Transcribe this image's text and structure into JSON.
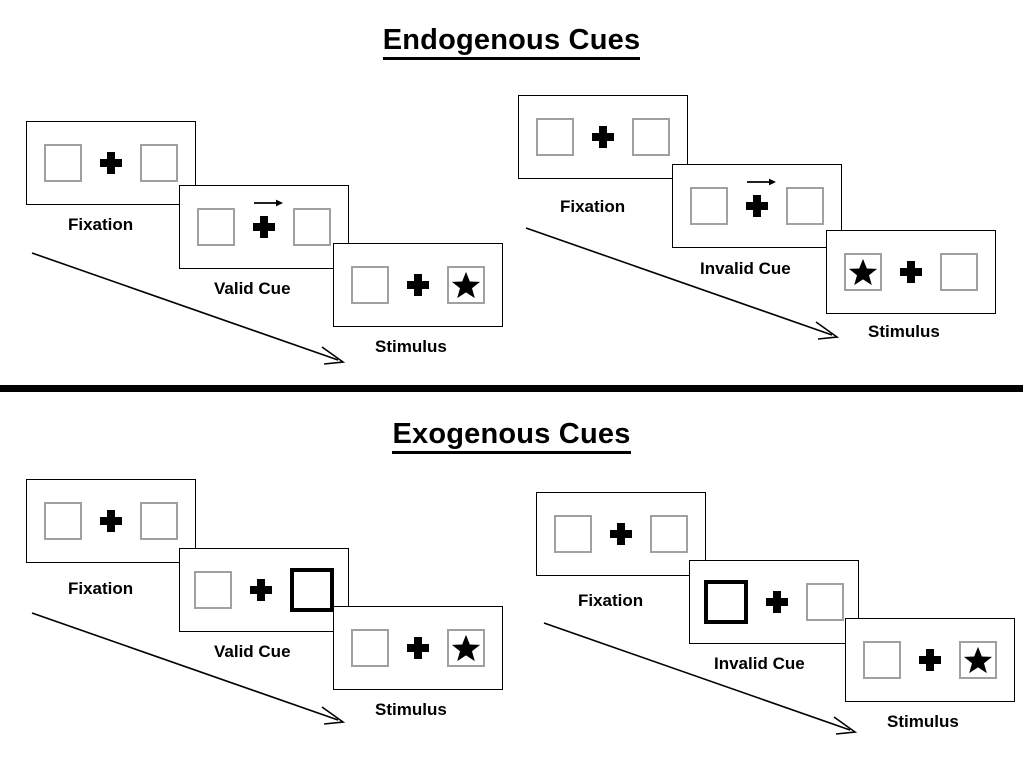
{
  "figure": {
    "type": "psychology-experiment-paradigm-diagram",
    "sections": [
      {
        "id": "endogenous",
        "title": "Endogenous Cues",
        "conditions": [
          {
            "id": "endogenous-valid",
            "side": "left",
            "panels": [
              {
                "label": "Fixation",
                "cue": "none",
                "left_box": "empty",
                "right_box": "empty"
              },
              {
                "label": "Valid Cue",
                "cue": "arrow-right",
                "left_box": "empty",
                "right_box": "empty"
              },
              {
                "label": "Stimulus",
                "cue": "none",
                "left_box": "empty",
                "right_box": "star"
              }
            ]
          },
          {
            "id": "endogenous-invalid",
            "side": "right",
            "panels": [
              {
                "label": "Fixation",
                "cue": "none",
                "left_box": "empty",
                "right_box": "empty"
              },
              {
                "label": "Invalid Cue",
                "cue": "arrow-right",
                "left_box": "empty",
                "right_box": "empty"
              },
              {
                "label": "Stimulus",
                "cue": "none",
                "left_box": "star",
                "right_box": "empty"
              }
            ]
          }
        ]
      },
      {
        "id": "exogenous",
        "title": "Exogenous Cues",
        "conditions": [
          {
            "id": "exogenous-valid",
            "side": "left",
            "panels": [
              {
                "label": "Fixation",
                "cue": "none",
                "left_box": "empty",
                "right_box": "empty"
              },
              {
                "label": "Valid Cue",
                "cue": "box-highlight",
                "left_box": "empty",
                "right_box": "cued"
              },
              {
                "label": "Stimulus",
                "cue": "none",
                "left_box": "empty",
                "right_box": "star"
              }
            ]
          },
          {
            "id": "exogenous-invalid",
            "side": "right",
            "panels": [
              {
                "label": "Fixation",
                "cue": "none",
                "left_box": "empty",
                "right_box": "empty"
              },
              {
                "label": "Invalid Cue",
                "cue": "box-highlight",
                "left_box": "cued",
                "right_box": "empty"
              },
              {
                "label": "Stimulus",
                "cue": "none",
                "left_box": "empty",
                "right_box": "star"
              }
            ]
          }
        ]
      }
    ]
  },
  "labels": {
    "endogenous_title": "Endogenous Cues",
    "exogenous_title": "Exogenous Cues",
    "fixation": "Fixation",
    "valid_cue": "Valid Cue",
    "invalid_cue": "Invalid Cue",
    "stimulus": "Stimulus"
  },
  "colors": {
    "background": "#ffffff",
    "panel_border": "#000000",
    "box_border": "#a0a0a0",
    "cued_box_border": "#000000",
    "star_fill": "#000000",
    "cross_fill": "#000000",
    "divider": "#000000",
    "text": "#000000"
  }
}
